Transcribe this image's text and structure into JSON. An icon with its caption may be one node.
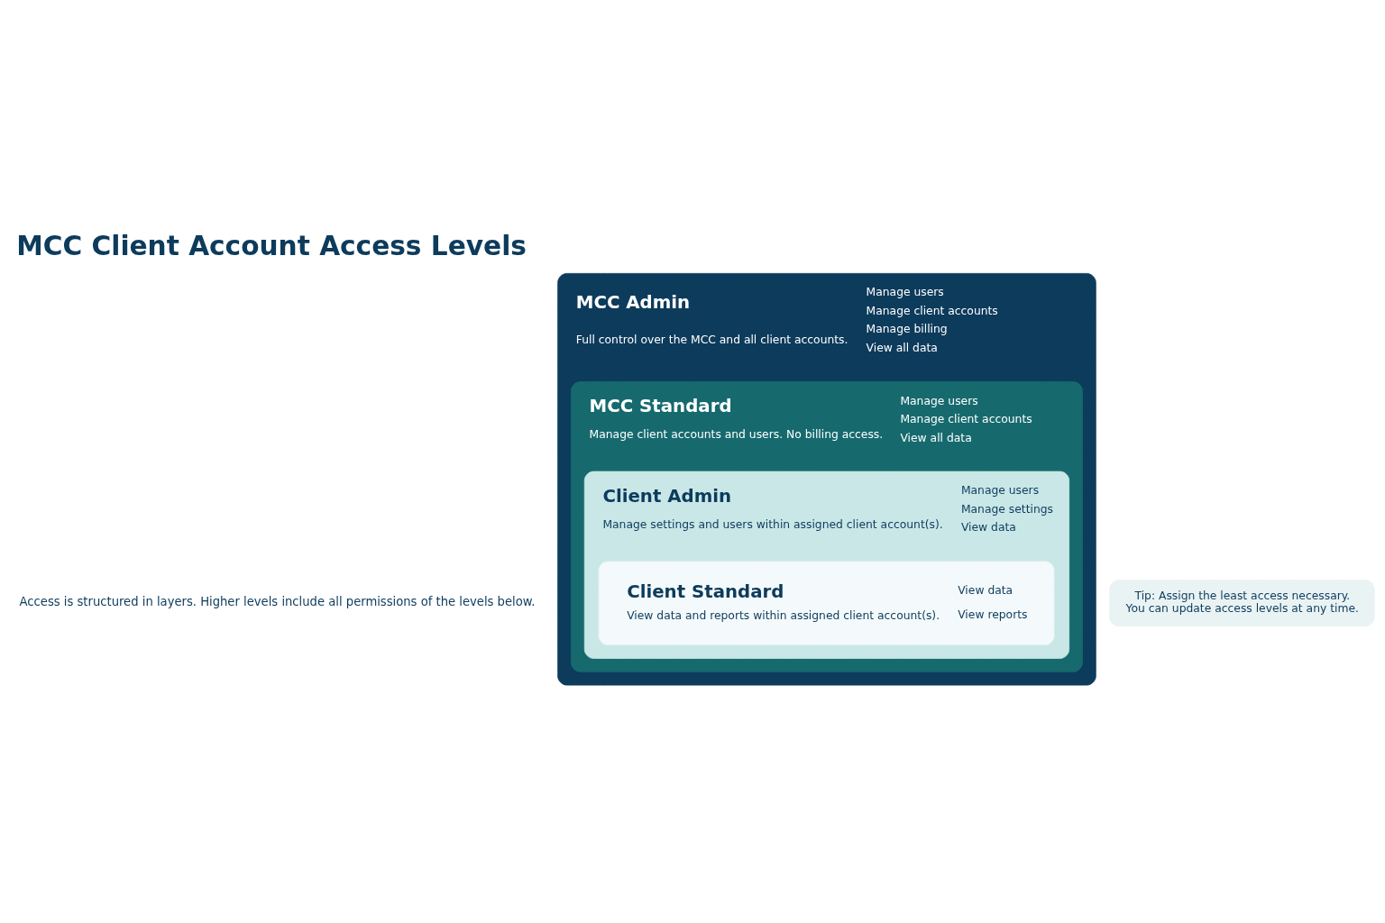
{
  "diagram": {
    "title": "MCC Client Account Access Levels",
    "nodes": [
      {
        "text": [
          "MCC Admin",
          "Full control over the MCC and all client accounts.",
          "Manage users",
          "Manage client accounts",
          "Manage billing",
          "View all data"
        ]
      },
      {
        "text": [
          "MCC Standard",
          "Manage client accounts and users. No billing access.",
          "Manage users",
          "Manage client accounts",
          "View all data"
        ],
        "in": 0
      },
      {
        "text": [
          "Client Admin",
          "Manage settings and users within assigned client account(s).",
          "Manage users",
          "Manage settings",
          "View data"
        ],
        "in": 1
      },
      {
        "text": [
          "Client Standard",
          "View data and reports within assigned client account(s).",
          "View data",
          "View reports"
        ],
        "in": 2
      },
      {
        "text": [
          "Tip: Assign the least access necessary.",
          "You can update access levels at any time."
        ]
      }
    ],
    "labels": [
      "Access is structured in layers. Higher levels include all permissions of the levels below."
    ]
  }
}
